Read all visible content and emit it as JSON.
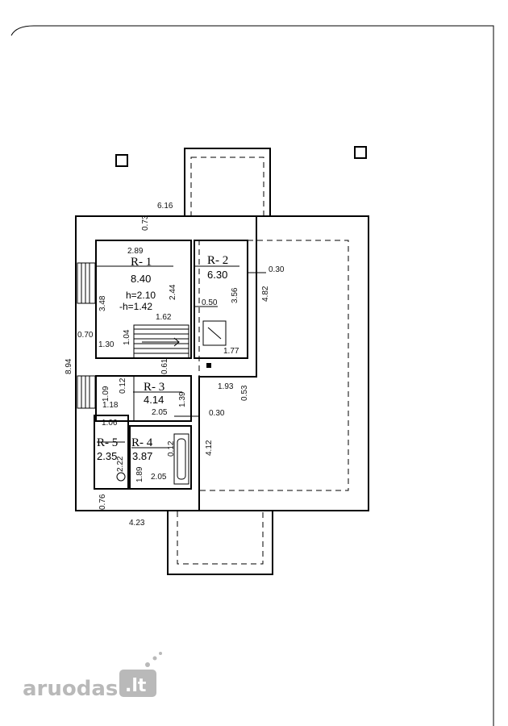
{
  "rooms": [
    {
      "id": "R- 1",
      "area": "8.40"
    },
    {
      "id": "R- 2",
      "area": "6.30"
    },
    {
      "id": "R- 3",
      "area": "4.14"
    },
    {
      "id": "R- 4",
      "area": "3.87"
    },
    {
      "id": "R- 5",
      "area": "2.35"
    }
  ],
  "heights": {
    "h": "h=2.10",
    "h2": "-h=1.42"
  },
  "dims": {
    "d616": "6.16",
    "d073": "0.73",
    "d289": "2.89",
    "d244": "2.44",
    "d348": "3.48",
    "d162": "1.62",
    "d050": "0.50",
    "d356": "3.56",
    "d030a": "0.30",
    "d482": "4.82",
    "d070": "0.70",
    "d104": "1.04",
    "d130": "1.30",
    "d177": "1.77",
    "d894": "8.94",
    "d061": "0.61",
    "d012a": "0.12",
    "d109": "1.09",
    "d118": "1.18",
    "d139": "1.39",
    "d193": "1.93",
    "d053": "0.53",
    "d205a": "2.05",
    "d030b": "0.30",
    "d106": "1.06",
    "d012b": "0.12",
    "d412": "4.12",
    "d222": "2.22",
    "d189": "1.89",
    "d205b": "2.05",
    "d076": "0.76",
    "d423": "4.23"
  },
  "watermark": {
    "name": "aruodas",
    "tld": ".lt"
  },
  "colors": {
    "line": "#000000",
    "watermark": "#b9b9b9"
  }
}
